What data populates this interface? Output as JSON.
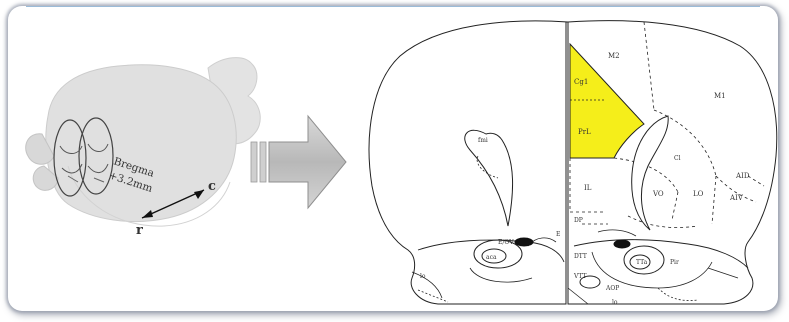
{
  "brain_3d": {
    "bregma_label": "Bregma",
    "bregma_value": "+3.2mm",
    "axis_rostral": "r",
    "axis_caudal": "c"
  },
  "arrow": {
    "icon": "right-arrow-icon"
  },
  "section": {
    "region_labels": {
      "m2": "M2",
      "m1": "M1",
      "cg1": "Cg1",
      "prl": "PrL",
      "il": "IL",
      "vo": "VO",
      "lo": "LO",
      "aid": "AID",
      "aiv": "AIV",
      "fmi": "fmi",
      "dp": "DP",
      "e_ove": "E/OV",
      "aca": "aca",
      "dtt": "DTT",
      "ttv": "VTT",
      "aop": "AOP",
      "tta": "TTa",
      "pir": "Pir",
      "lo_left": "lo",
      "e": "E",
      "cl": "Cl",
      "lb": "lo"
    },
    "highlight_color": "#f5ee1a"
  }
}
